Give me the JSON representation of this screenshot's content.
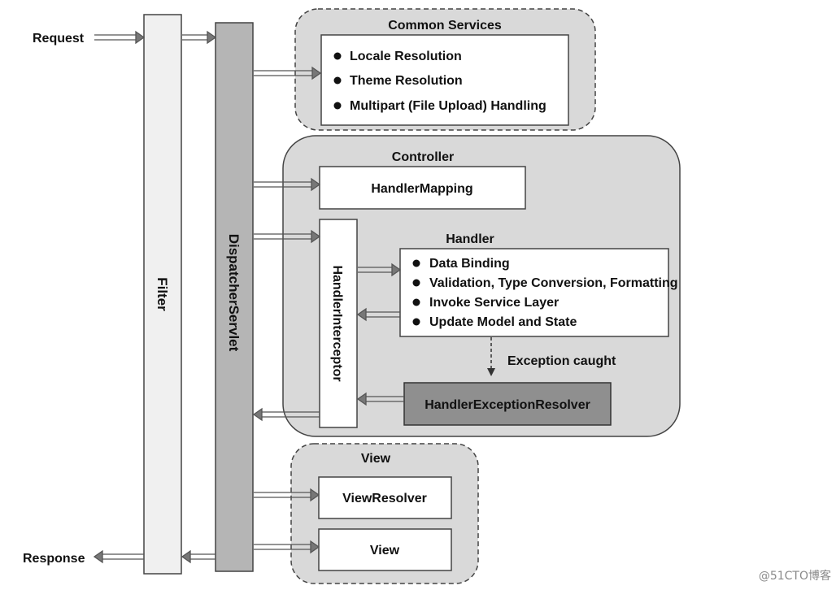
{
  "request_label": "Request",
  "response_label": "Response",
  "filter_label": "Filter",
  "dispatcher_label": "DispatcherServlet",
  "common_services": {
    "title": "Common Services",
    "items": [
      "Locale Resolution",
      "Theme Resolution",
      "Multipart (File Upload) Handling"
    ]
  },
  "controller": {
    "title": "Controller",
    "handler_mapping": "HandlerMapping",
    "handler_interceptor": "HandlerInterceptor",
    "handler": {
      "title": "Handler",
      "items": [
        "Data Binding",
        "Validation, Type Conversion, Formatting",
        "Invoke Service Layer",
        "Update Model and State"
      ]
    },
    "exception_caught": "Exception caught",
    "exception_resolver": "HandlerExceptionResolver"
  },
  "view_group": {
    "title": "View",
    "view_resolver": "ViewResolver",
    "view": "View"
  },
  "watermark": "@51CTO博客",
  "colors": {
    "group_fill": "#d9d9d9",
    "dispatcher_fill": "#b5b5b5",
    "filter_fill": "#f0f0f0",
    "resolver_fill": "#8f8f8f"
  }
}
